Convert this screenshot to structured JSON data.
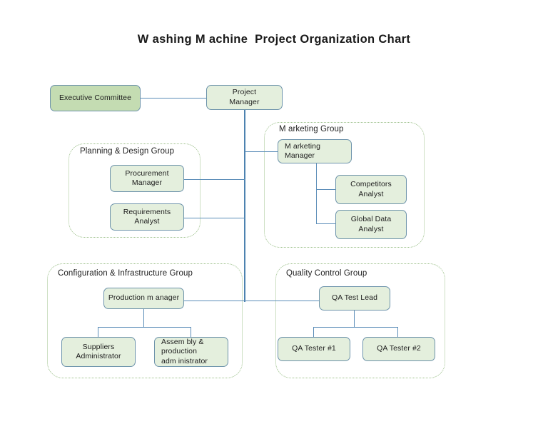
{
  "title": "W ashing M achine  Project Organization Chart",
  "colors": {
    "node_fill_light": "#e4efdd",
    "node_fill_dark": "#c4dcb2",
    "node_border": "#6d93ab",
    "group_border": "#9cc08a",
    "connector": "#5b8db8",
    "background": "#ffffff",
    "text": "#1d1d1d"
  },
  "nodes": {
    "executive_committee": "Executive Committee",
    "project_manager": "Project\nManager",
    "procurement_manager": "Procurement\nManager",
    "requirements_analyst": "Requirements\nAnalyst",
    "marketing_manager": "M arketing  Manager",
    "competitors_analyst": "Competitors\nAnalyst",
    "global_data_analyst": "Global Data\nAnalyst",
    "production_manager": "Production m anager",
    "suppliers_administrator": "Suppliers\nAdministrator",
    "assembly_production_administrator": "Assem bly &\nproduction\nadm inistrator",
    "qa_test_lead": "QA Test  Lead",
    "qa_tester_1": "QA Tester #1",
    "qa_tester_2": "QA Tester #2"
  },
  "groups": {
    "planning_design": "Planning & Design Group",
    "marketing": "M arketing Group",
    "configuration_infrastructure": "Configuration & Infrastructure Group",
    "quality_control": "Quality Control Group"
  },
  "chart_data": {
    "type": "diagram",
    "diagram_kind": "organization-chart",
    "title": "Washing Machine Project Organization Chart",
    "root": "Project Manager",
    "nodes": [
      {
        "id": "executive-committee",
        "label": "Executive Committee",
        "group": null,
        "level": 0,
        "fill": "#c4dcb2"
      },
      {
        "id": "project-manager",
        "label": "Project Manager",
        "group": null,
        "level": 0,
        "fill": "#e4efdd"
      },
      {
        "id": "procurement-manager",
        "label": "Procurement Manager",
        "group": "Planning & Design Group",
        "level": 1,
        "fill": "#e4efdd"
      },
      {
        "id": "requirements-analyst",
        "label": "Requirements Analyst",
        "group": "Planning & Design Group",
        "level": 1,
        "fill": "#e4efdd"
      },
      {
        "id": "marketing-manager",
        "label": "Marketing Manager",
        "group": "Marketing Group",
        "level": 1,
        "fill": "#e4efdd"
      },
      {
        "id": "competitors-analyst",
        "label": "Competitors Analyst",
        "group": "Marketing Group",
        "level": 2,
        "fill": "#e4efdd"
      },
      {
        "id": "global-data-analyst",
        "label": "Global Data Analyst",
        "group": "Marketing Group",
        "level": 2,
        "fill": "#e4efdd"
      },
      {
        "id": "production-manager",
        "label": "Production manager",
        "group": "Configuration & Infrastructure Group",
        "level": 1,
        "fill": "#e4efdd"
      },
      {
        "id": "suppliers-administrator",
        "label": "Suppliers Administrator",
        "group": "Configuration & Infrastructure Group",
        "level": 2,
        "fill": "#e4efdd"
      },
      {
        "id": "assembly-production-administrator",
        "label": "Assembly & production administrator",
        "group": "Configuration & Infrastructure Group",
        "level": 2,
        "fill": "#e4efdd"
      },
      {
        "id": "qa-test-lead",
        "label": "QA Test Lead",
        "group": "Quality Control Group",
        "level": 1,
        "fill": "#e4efdd"
      },
      {
        "id": "qa-tester-1",
        "label": "QA Tester #1",
        "group": "Quality Control Group",
        "level": 2,
        "fill": "#e4efdd"
      },
      {
        "id": "qa-tester-2",
        "label": "QA Tester #2",
        "group": "Quality Control Group",
        "level": 2,
        "fill": "#e4efdd"
      }
    ],
    "edges": [
      {
        "from": "executive-committee",
        "to": "project-manager"
      },
      {
        "from": "project-manager",
        "to": "marketing-manager"
      },
      {
        "from": "project-manager",
        "to": "procurement-manager"
      },
      {
        "from": "project-manager",
        "to": "requirements-analyst"
      },
      {
        "from": "project-manager",
        "to": "production-manager"
      },
      {
        "from": "project-manager",
        "to": "qa-test-lead"
      },
      {
        "from": "marketing-manager",
        "to": "competitors-analyst"
      },
      {
        "from": "marketing-manager",
        "to": "global-data-analyst"
      },
      {
        "from": "production-manager",
        "to": "suppliers-administrator"
      },
      {
        "from": "production-manager",
        "to": "assembly-production-administrator"
      },
      {
        "from": "qa-test-lead",
        "to": "qa-tester-1"
      },
      {
        "from": "qa-test-lead",
        "to": "qa-tester-2"
      }
    ],
    "groups": [
      {
        "label": "Planning & Design Group",
        "members": [
          "procurement-manager",
          "requirements-analyst"
        ]
      },
      {
        "label": "Marketing Group",
        "members": [
          "marketing-manager",
          "competitors-analyst",
          "global-data-analyst"
        ]
      },
      {
        "label": "Configuration & Infrastructure Group",
        "members": [
          "production-manager",
          "suppliers-administrator",
          "assembly-production-administrator"
        ]
      },
      {
        "label": "Quality Control Group",
        "members": [
          "qa-test-lead",
          "qa-tester-1",
          "qa-tester-2"
        ]
      }
    ]
  }
}
